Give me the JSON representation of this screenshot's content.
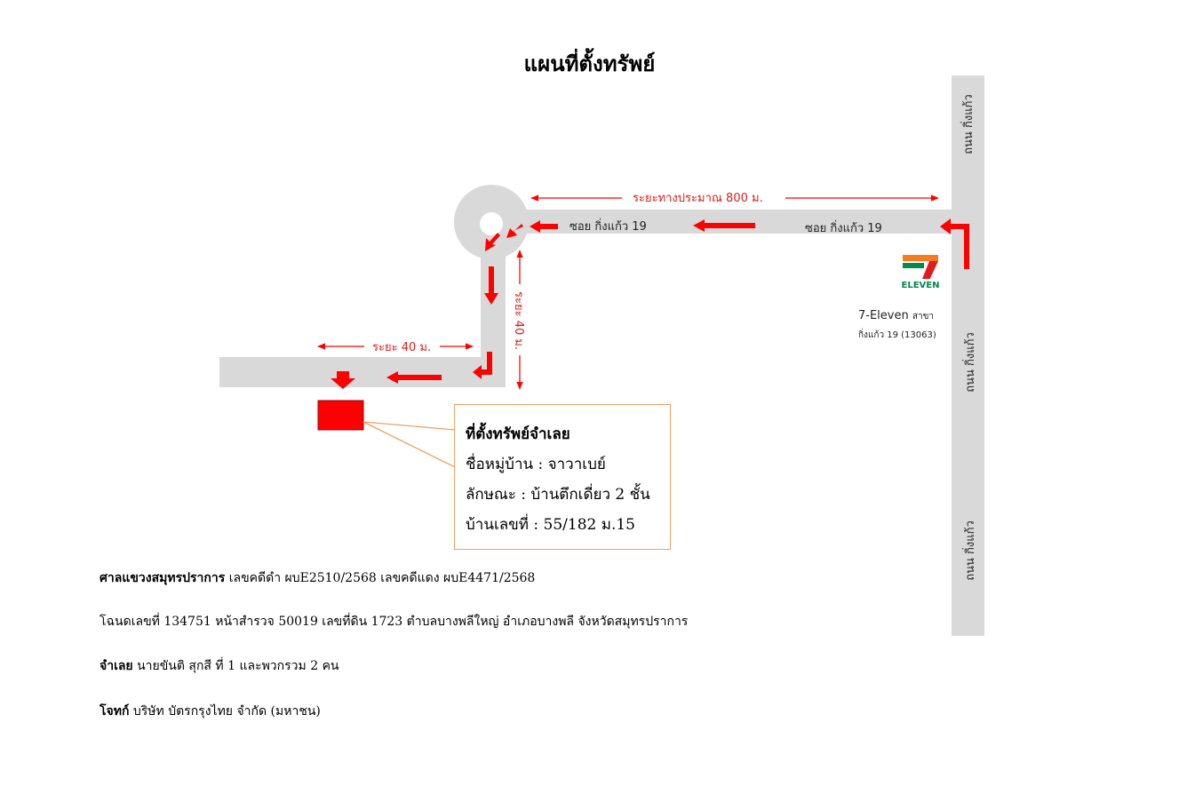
{
  "title": "แผนที่ตั้งทรัพย์",
  "map": {
    "road_main_labels": [
      "ถนน กิ่งแก้ว",
      "ถนน กิ่งแก้ว",
      "ถนน กิ่งแก้ว"
    ],
    "soi_labels": [
      "ซอย กิ่งแก้ว 19",
      "ซอย กิ่งแก้ว 19"
    ],
    "distance_top": "ระยะทางประมาณ 800 ม.",
    "distance_vertical": "ระยะ 40 ม.",
    "distance_left": "ระยะ 40 ม.",
    "store": {
      "logo_text": "ELEVEN",
      "name": "7-Eleven",
      "branch_word": "สาขา",
      "branch": "กิ่งแก้ว 19 (13063)"
    },
    "colors": {
      "road": "#d9d9d9",
      "arrow": "#ff0000",
      "property": "#ff0000",
      "callout_border": "#f0a060",
      "logo_orange": "#f47b20",
      "logo_green": "#008a4b"
    }
  },
  "callout": {
    "title": "ที่ตั้งทรัพย์จำเลย",
    "village": "ชื่อหมู่บ้าน : จาวาเบย์",
    "type": "ลักษณะ : บ้านตึกเดี่ยว 2 ชั้น",
    "house_no": "บ้านเลขที่ : 55/182 ม.15"
  },
  "info": {
    "court_label": "ศาลแขวงสมุทรปราการ",
    "court_text": " เลขคดีดำ ผบE2510/2568 เลขคดีแดง ผบE4471/2568",
    "deed_text": "โฉนดเลขที่ 134751 หน้าสำรวจ 50019 เลขที่ดิน 1723 ตำบลบางพลีใหญ่ อำเภอบางพลี จังหวัดสมุทรปราการ",
    "defendant_label": "จำเลย",
    "defendant_text": " นายขันติ สุกสี ที่ 1 และพวกรวม 2 คน",
    "plaintiff_label": "โจทก์",
    "plaintiff_text": " บริษัท บัตรกรุงไทย  จำกัด (มหาชน)"
  }
}
